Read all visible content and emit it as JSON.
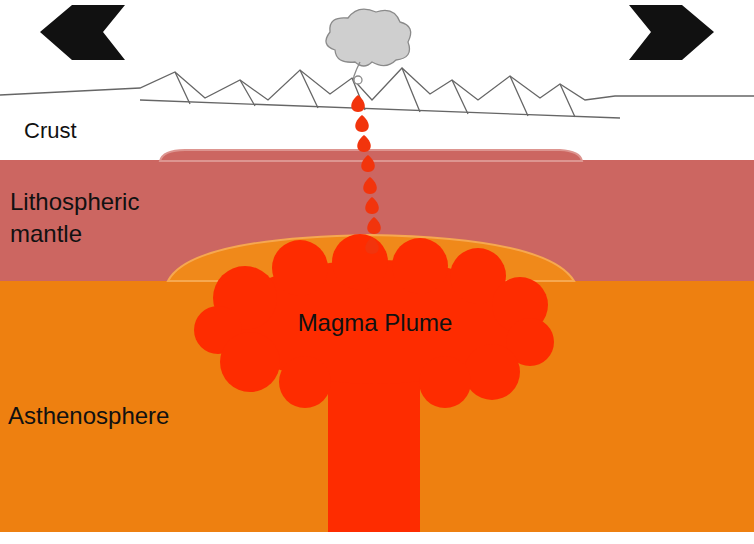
{
  "diagram": {
    "nodes": [
      {
        "text": [
          "Crust"
        ]
      },
      {
        "text": [
          "Lithospheric mantle"
        ]
      },
      {
        "text": [
          "Magma Plume"
        ]
      },
      {
        "text": [
          "Asthenosphere"
        ]
      }
    ]
  }
}
